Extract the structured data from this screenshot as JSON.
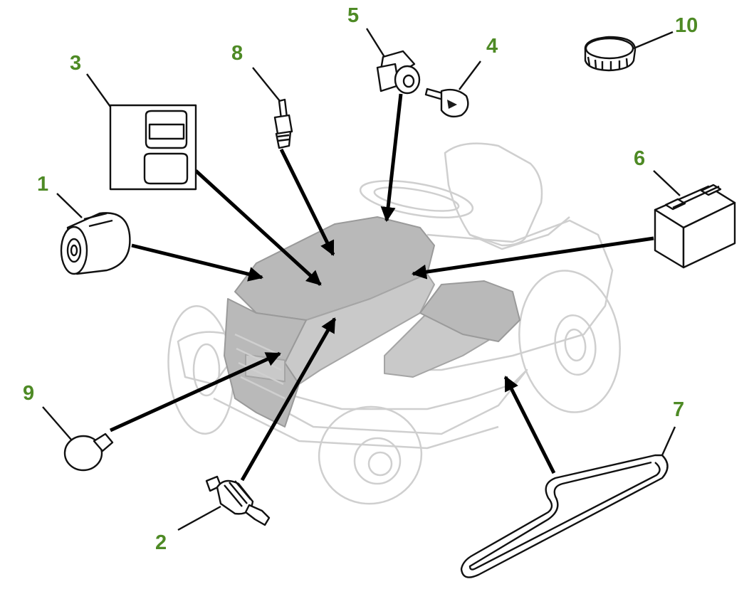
{
  "callouts": [
    {
      "id": "1",
      "part": "oil-filter"
    },
    {
      "id": "2",
      "part": "fuel-filter"
    },
    {
      "id": "3",
      "part": "air-filter-element"
    },
    {
      "id": "4",
      "part": "ignition-key"
    },
    {
      "id": "5",
      "part": "ignition-switch"
    },
    {
      "id": "6",
      "part": "battery"
    },
    {
      "id": "7",
      "part": "drive-belt"
    },
    {
      "id": "8",
      "part": "spark-plug"
    },
    {
      "id": "9",
      "part": "headlight-bulb"
    },
    {
      "id": "10",
      "part": "fuel-cap"
    }
  ],
  "colors": {
    "callout_number": "#4e8a25",
    "line_art": "#111111",
    "tractor_ghost": "#cfcfcf",
    "hood_fill": "#b9b9b9"
  }
}
